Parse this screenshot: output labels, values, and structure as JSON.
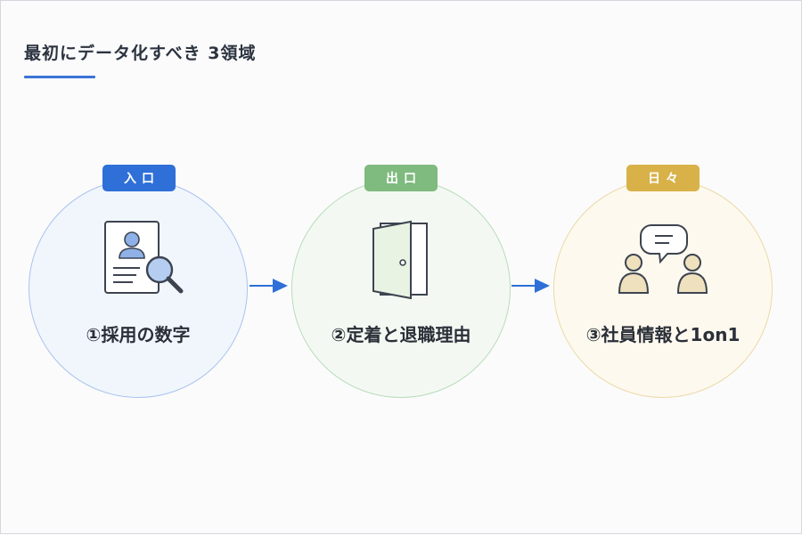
{
  "title": "最初にデータ化すべき 3領域",
  "steps": [
    {
      "tag": "入口",
      "label": "①採用の数字",
      "icon": "resume-search-icon",
      "color": "#2f6fd8"
    },
    {
      "tag": "出口",
      "label": "②定着と退職理由",
      "icon": "door-icon",
      "color": "#7fba7f"
    },
    {
      "tag": "日々",
      "label": "③社員情報と1on1",
      "icon": "people-conversation-icon",
      "color": "#d8b249"
    }
  ],
  "arrow_color": "#2f6fd8"
}
